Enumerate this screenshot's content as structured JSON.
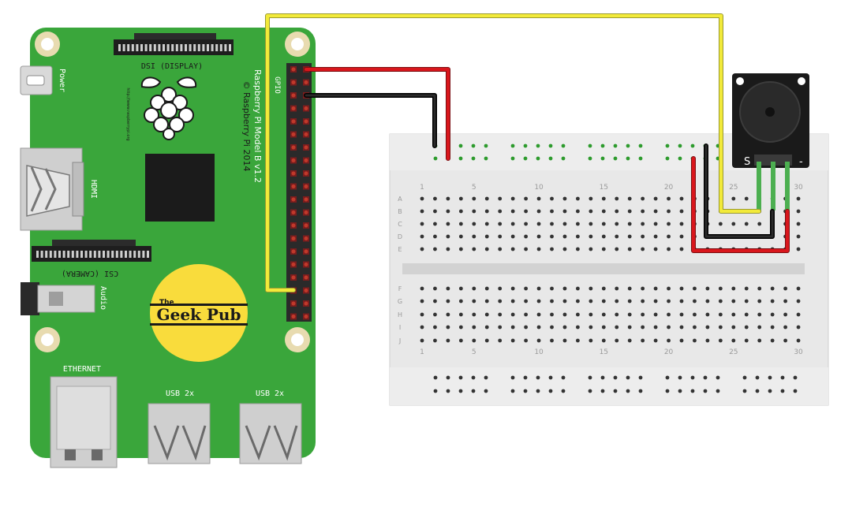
{
  "pi": {
    "labels": {
      "dsi": "DSI (DISPLAY)",
      "csi": "CSI (CAMERA)",
      "hdmi": "HDMI",
      "power": "Power",
      "audio": "Audio",
      "gpio": "GPIO",
      "ethernet": "ETHERNET",
      "usb_left": "USB 2x",
      "usb_right": "USB 2x",
      "model": "Raspberry Pi Model B v1.2",
      "copyright": "© Raspberry Pi 2014",
      "url": "http://www.raspberrypi.org"
    },
    "colors": {
      "board": "#3aa63b",
      "board_dark": "#2f8a30"
    }
  },
  "logo": {
    "small": "The",
    "main": "Geek Pub",
    "color": "#f9dc3c"
  },
  "breadboard": {
    "col_numbers": [
      "1",
      "5",
      "10",
      "15",
      "20",
      "25",
      "30"
    ],
    "row_letters_top": [
      "A",
      "B",
      "C",
      "D",
      "E"
    ],
    "row_letters_bottom": [
      "F",
      "G",
      "H",
      "I",
      "J"
    ]
  },
  "buzzer": {
    "pin_s": "S",
    "pin_minus": "-"
  },
  "wires": {
    "signal": "#f2ea3a",
    "power": "#d9161c",
    "ground": "#1a1a1a",
    "leg": "#4caf50"
  }
}
